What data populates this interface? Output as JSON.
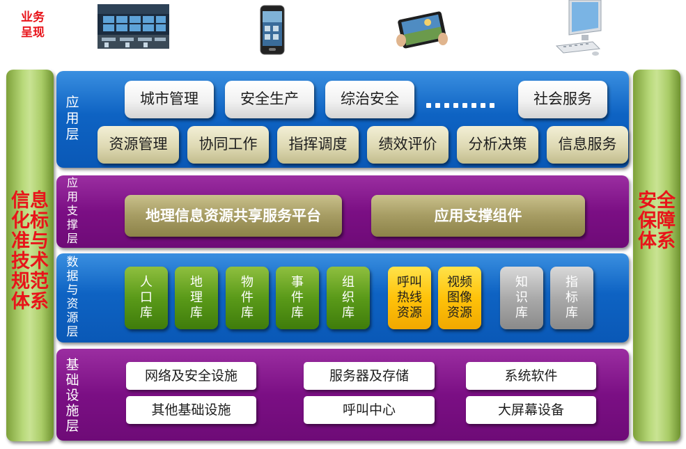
{
  "header": {
    "label": "业务\n呈现"
  },
  "devices": [
    "control-room-image",
    "smartphone-image",
    "tablet-image",
    "desktop-computer-image"
  ],
  "left_pillar": {
    "label": "信息\n化标\n准与\n技术\n规范\n体系"
  },
  "right_pillar": {
    "label": "安全\n保障\n体系"
  },
  "application_layer": {
    "name": "应\n用\n层",
    "row1": [
      "城市管理",
      "安全生产",
      "综治安全",
      "社会服务"
    ],
    "row2": [
      "资源管理",
      "协同工作",
      "指挥调度",
      "绩效评价",
      "分析决策",
      "信息服务"
    ]
  },
  "support_layer": {
    "name": "应\n用\n支\n撑\n层",
    "items": [
      "地理信息资源共享服务平台",
      "应用支撑组件"
    ]
  },
  "data_layer": {
    "name": "数\n据\n与\n资\n源\n层",
    "tiles": [
      "人\n口\n库",
      "地\n理\n库",
      "物\n件\n库",
      "事\n件\n库",
      "组\n织\n库",
      "呼叫\n热线\n资源",
      "视频\n图像\n资源",
      "知\n识\n库",
      "指\n标\n库"
    ]
  },
  "infra_layer": {
    "name": "基\n础\n设\n施\n层",
    "row1": [
      "网络及安全设施",
      "服务器及存储",
      "系统软件"
    ],
    "row2": [
      "其他基础设施",
      "呼叫中心",
      "大屏幕设备"
    ]
  },
  "colors": {
    "red": "#e8141a",
    "blue": "#0e63c3",
    "purple": "#7b0f84",
    "green": "#7ea13a",
    "yellow": "#ffc20a",
    "olive": "#a69c63"
  }
}
